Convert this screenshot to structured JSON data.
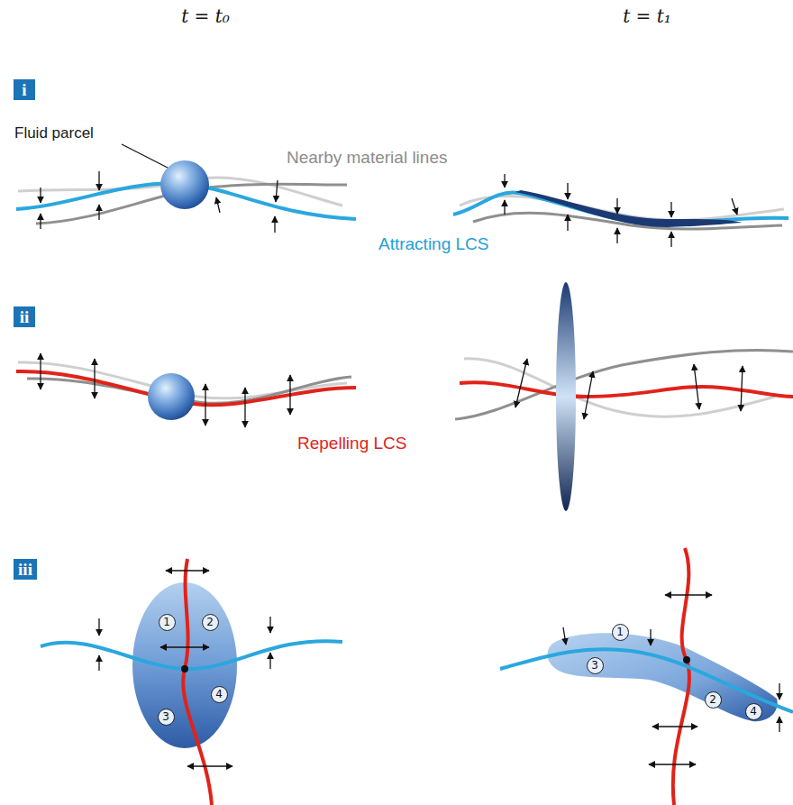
{
  "diagram": {
    "nodes": [
      {
        "text": [
          "i"
        ]
      },
      {
        "text": [
          "ii"
        ]
      },
      {
        "text": [
          "iii"
        ]
      }
    ],
    "labels": [
      "t = t₀",
      "t = t₁",
      "Fluid parcel",
      "Nearby material lines",
      "Attracting LCS",
      "Repelling LCS",
      "1",
      "2",
      "3",
      "4",
      "1",
      "3",
      "2",
      "4"
    ]
  }
}
